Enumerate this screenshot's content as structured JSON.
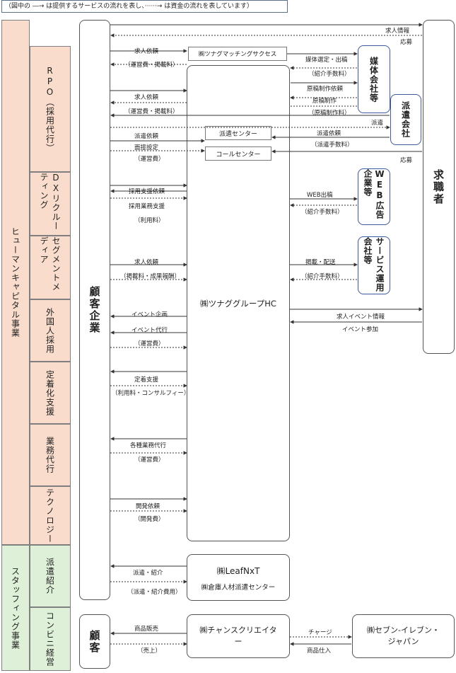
{
  "legend": "（図中の ―→ は提供するサービスの流れを表し、······→ は資金の流れを表しています）",
  "divisions": {
    "human_capital": "ヒューマンキャピタル事業",
    "staffing": "スタッフィング事業"
  },
  "segments": [
    "RPO（採用代行）",
    "DXリクルーティング",
    "セグメントメディア",
    "外国人採用",
    "定着化支援",
    "業務代行",
    "テクノロジー",
    "派遣紹介",
    "コンビニ経営"
  ],
  "entities": {
    "client_company": "顧客企業",
    "customer": "顧客",
    "job_seeker": "求職者",
    "hc": "㈱ツナググループHC",
    "matching": "㈱ツナグマッチングサクセス",
    "haken_center": "派遣センター",
    "call_center": "コールセンター",
    "media_company": "媒体会社等",
    "haken_company": "派遣会社",
    "web_ad": "WEB広告企業等",
    "service_ops": "サービス運用会社等",
    "leafnxt": "㈱LeafNxT",
    "souko": "㈱倉庫人材派遣センター",
    "chance": "㈱チャンスクリエイター",
    "seven": "㈱セブン‐イレブン・ジャパン"
  },
  "labels": {
    "kyujin_joho": "求人情報",
    "oubo1": "応募",
    "kyujin_irai1": "求人依頼",
    "unei_keisai1": "（運営費・掲載料）",
    "baitai_sentei": "媒体選定・出稿",
    "shokai_fee1": "（紹介手数料）",
    "genko_irai": "原稿制作依頼",
    "genko_seisaku": "原稿制作",
    "genko_fee": "（原稿制作料）",
    "kyujin_irai2": "求人依頼",
    "unei_keisai2": "（運営費・掲載料）",
    "haken": "派遣",
    "haken_irai1": "派遣依頼",
    "mensetsu": "面接設定",
    "uneihi1": "（運営費）",
    "haken_irai2": "派遣依頼",
    "haken_fee": "（派遣手数料）",
    "oubo2": "応募",
    "saiyo_irai": "採用支援依頼",
    "saiyo_gyomu": "採用業務支援",
    "riyoryo": "（利用料）",
    "web_shukko": "WEB出稿",
    "shokai_fee2": "（紹介手数料）",
    "kyujin_irai3": "求人依頼",
    "keisai_seika": "（掲載料・成果報酬）",
    "keisai_haiso": "掲載・配送",
    "shokai_fee3": "（紹介手数料）",
    "event_kikaku": "イベント企画",
    "event_daiko": "イベント代行",
    "uneihi2": "（運営費）",
    "kyujin_event": "求人イベント情報",
    "event_sanka": "イベント参加",
    "teichaku": "定着支援",
    "riyo_consul": "（利用料・コンサルフィー）",
    "kakushu": "各種業務代行",
    "uneihi3": "（運営費）",
    "kaihatsu_irai": "開発依頼",
    "kaihatsuhi": "（開発費）",
    "haken_shokai": "派遣・紹介",
    "haken_shokai_fee": "（派遣・紹介費用）",
    "shohin_hanbai": "商品販売",
    "uriage": "（売上）",
    "charge": "チャージ",
    "shohin_shiire": "商品仕入"
  }
}
